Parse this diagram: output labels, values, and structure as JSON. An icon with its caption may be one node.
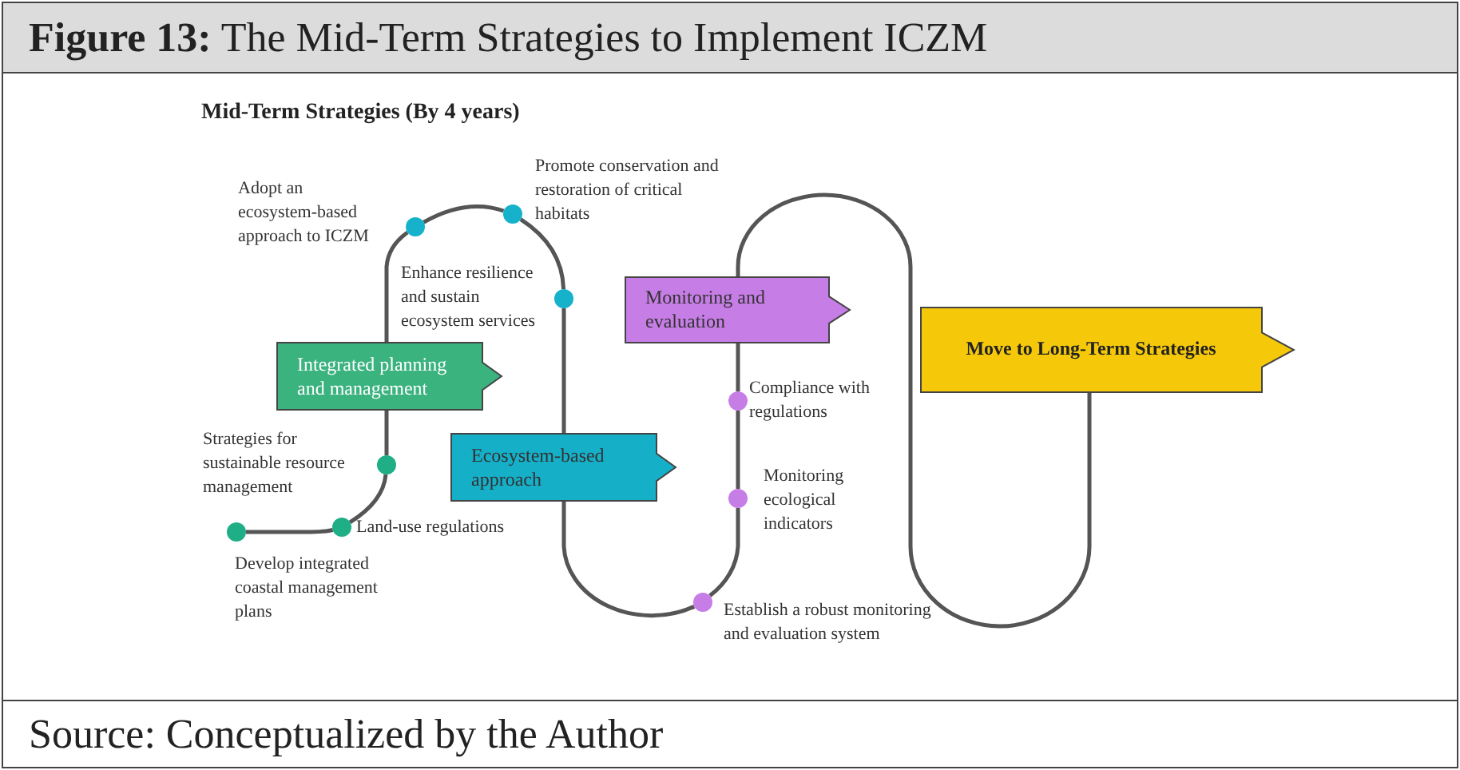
{
  "diagram": {
    "title": "**Figure 13:** The Mid-Term Strategies to Implement ICZM",
    "caption": "Source: Conceptualized by the Author",
    "nodes": [
      {
        "text": [],
        "shape": "circle",
        "beside": [
          "Develop integrated coastal management plans"
        ]
      },
      {
        "text": [],
        "shape": "circle",
        "beside": [
          "Land-use regulations"
        ]
      },
      {
        "text": [],
        "shape": "circle",
        "beside": [
          "Strategies for sustainable resource management"
        ]
      },
      {
        "text": [
          "Integrated planning and management"
        ]
      },
      {
        "text": [],
        "shape": "circle",
        "beside": [
          "Adopt an ecosystem-based approach to ICZM"
        ]
      },
      {
        "text": [],
        "shape": "circle",
        "beside": [
          "Promote conservation and restoration of critical habitats"
        ]
      },
      {
        "text": [],
        "shape": "circle",
        "beside": [
          "Enhance resilience and sustain ecosystem services"
        ]
      },
      {
        "text": [
          "Ecosystem-based approach"
        ]
      },
      {
        "text": [],
        "shape": "circle",
        "beside": [
          "Establish a robust monitoring and evaluation system"
        ]
      },
      {
        "text": [],
        "shape": "circle",
        "beside": [
          "Monitoring ecological indicators"
        ]
      },
      {
        "text": [],
        "shape": "circle",
        "beside": [
          "Compliance with regulations"
        ]
      },
      {
        "text": [
          "Monitoring and evaluation"
        ]
      },
      {
        "text": [
          "Move to Long-Term Strategies"
        ]
      }
    ],
    "edges": [
      {
        "from": 0,
        "to": 1,
        "arrow": "none"
      },
      {
        "from": 1,
        "to": 2,
        "arrow": "none"
      },
      {
        "from": 2,
        "to": 3,
        "arrow": "none"
      },
      {
        "from": 3,
        "to": 4,
        "arrow": "none"
      },
      {
        "from": 4,
        "to": 5,
        "arrow": "none"
      },
      {
        "from": 5,
        "to": 6,
        "arrow": "none"
      },
      {
        "from": 6,
        "to": 7,
        "arrow": "none"
      },
      {
        "from": 7,
        "to": 8,
        "arrow": "none"
      },
      {
        "from": 8,
        "to": 9,
        "arrow": "none"
      },
      {
        "from": 9,
        "to": 10,
        "arrow": "none"
      },
      {
        "from": 10,
        "to": 11,
        "arrow": "none"
      },
      {
        "from": 11,
        "to": 12,
        "arrow": "none"
      }
    ],
    "labels": [
      "Mid-Term Strategies (By 4 years)"
    ]
  }
}
